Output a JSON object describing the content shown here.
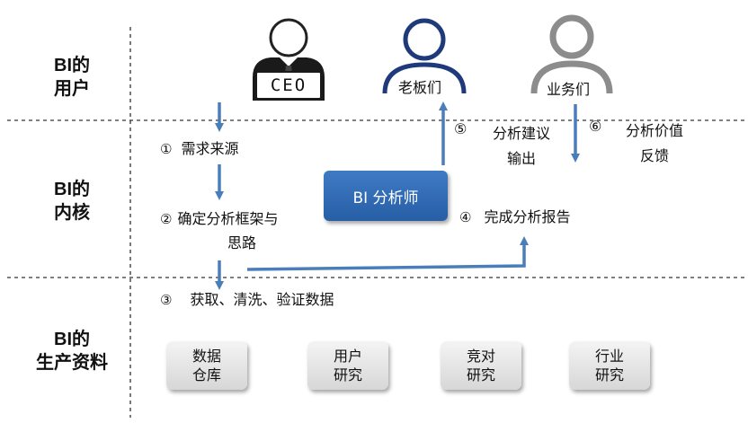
{
  "rows": {
    "users": {
      "line1": "BI的",
      "line2": "用户"
    },
    "core": {
      "line1": "BI的",
      "line2": "内核"
    },
    "materials": {
      "line1": "BI的",
      "line2": "生产资料"
    }
  },
  "roles": {
    "ceo": "CEO",
    "boss": "老板们",
    "business": "业务们"
  },
  "analyst": "BI 分析师",
  "steps": {
    "s1": {
      "num": "①",
      "text": "需求来源"
    },
    "s2": {
      "num": "②",
      "line1": "确定分析框架与",
      "line2": "思路"
    },
    "s3": {
      "num": "③",
      "text": "获取、清洗、验证数据"
    },
    "s4": {
      "num": "④",
      "text": "完成分析报告"
    },
    "s5": {
      "num": "⑤",
      "line1": "分析建议",
      "line2": "输出"
    },
    "s6": {
      "num": "⑥",
      "line1": "分析价值",
      "line2": "反馈"
    }
  },
  "sources": [
    {
      "line1": "数据",
      "line2": "仓库"
    },
    {
      "line1": "用户",
      "line2": "研究"
    },
    {
      "line1": "竞对",
      "line2": "研究"
    },
    {
      "line1": "行业",
      "line2": "研究"
    }
  ],
  "colors": {
    "arrow": "#4a7ebb",
    "analyst": "#2f6bb3",
    "boss_icon": "#1f3a7a",
    "business_icon": "#8c8c8c"
  }
}
